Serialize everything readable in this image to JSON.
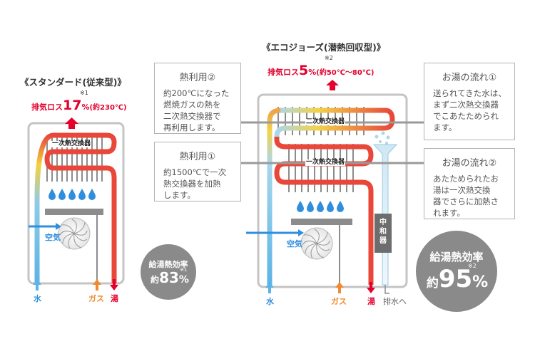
{
  "left": {
    "title": "《スタンダード(従来型)》",
    "exhaust_label": "排気ロス",
    "exhaust_value": "17",
    "exhaust_unit": "%",
    "exhaust_temp": "(約230℃)",
    "note_mark": "※1",
    "primary_hx_label": "一次熱交換器",
    "air_label": "空気",
    "water_label": "水",
    "gas_label": "ガス",
    "hot_label": "湯",
    "efficiency_label": "給湯熱効率",
    "efficiency_prefix": "約",
    "efficiency_value": "83",
    "efficiency_unit": "%",
    "efficiency_note": "※1"
  },
  "right": {
    "title": "《エコジョーズ(潜熱回収型)》",
    "exhaust_label": "排気ロス",
    "exhaust_value": "5",
    "exhaust_unit": "%",
    "exhaust_temp": "(約50℃～80℃)",
    "note_mark": "※2",
    "secondary_hx_label": "二次熱交換器",
    "primary_hx_label": "一次熱交換器",
    "neutralizer_label": "中和器",
    "air_label": "空気",
    "water_label": "水",
    "gas_label": "ガス",
    "hot_label": "湯",
    "drain_label": "排水へ",
    "efficiency_label": "給湯熱効率",
    "efficiency_prefix": "約",
    "efficiency_value": "95",
    "efficiency_unit": "%",
    "efficiency_note": "※2"
  },
  "callouts": {
    "heat2": {
      "title": "熱利用②",
      "body": "約200℃になった\n燃焼ガスの熱を\n二次熱交換器で\n再利用します。"
    },
    "heat1": {
      "title": "熱利用①",
      "body": "約1500℃で一次\n熱交換器を加熱\nします。"
    },
    "flow1": {
      "title": "お湯の流れ①",
      "body": "送られてきた水は、\nまず二次熱交換器\nでこあたためられ\nます。"
    },
    "flow2": {
      "title": "お湯の流れ②",
      "body": "あたためられたお\n湯は一次熱交換\n器でさらに加熱さ\nれます。"
    }
  },
  "colors": {
    "red": "#e3002d",
    "hot": "#e8473a",
    "cold": "#5ab4e5",
    "gas": "#f08a2c",
    "gray": "#bdbdbd",
    "dark_gray": "#777777",
    "badge": "#8a8a8a"
  }
}
